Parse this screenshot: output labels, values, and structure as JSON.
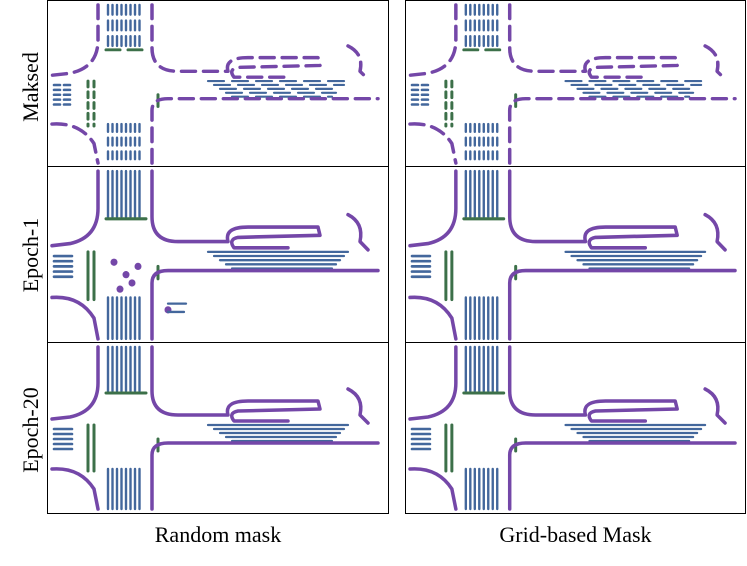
{
  "rows": [
    "Maksed",
    "Epoch-1",
    "Epoch-20"
  ],
  "columns": [
    "Random mask",
    "Grid-based Mask"
  ],
  "colors": {
    "boundary": "#7447a8",
    "crossing": "#43679c",
    "divider": "#3c7049",
    "frame": "#000000",
    "background": "#ffffff"
  }
}
